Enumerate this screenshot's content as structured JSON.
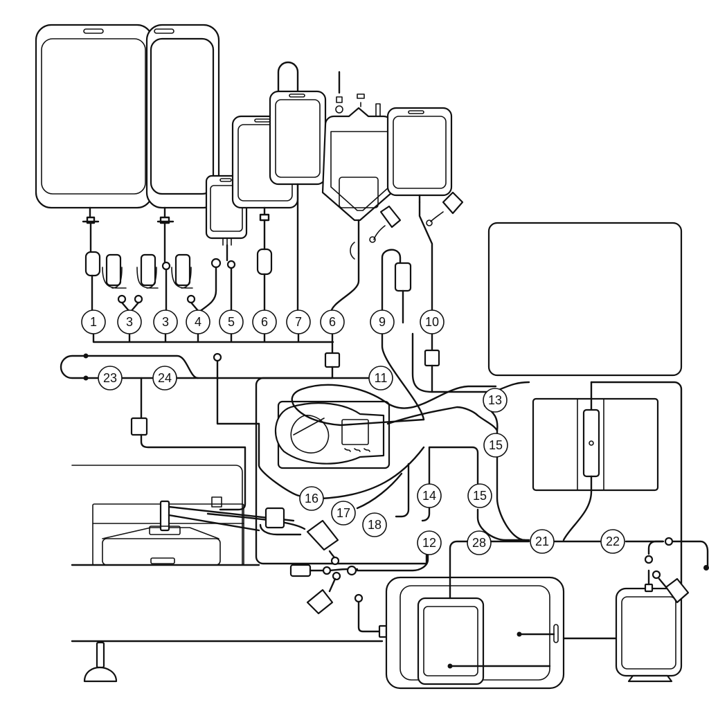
{
  "callouts": {
    "c01": "1",
    "c02": "3",
    "c03": "3",
    "c04": "4",
    "c05": "5",
    "c06": "6",
    "c07": "7",
    "c08": "6",
    "c09": "9",
    "c10": "10",
    "c11": "11",
    "c12": "12",
    "c13": "13",
    "c14": "14",
    "c15a": "15",
    "c15b": "15",
    "c16": "16",
    "c17": "17",
    "c18": "18",
    "c21": "21",
    "c22": "22",
    "c23": "23",
    "c24": "24",
    "c28": "28"
  }
}
